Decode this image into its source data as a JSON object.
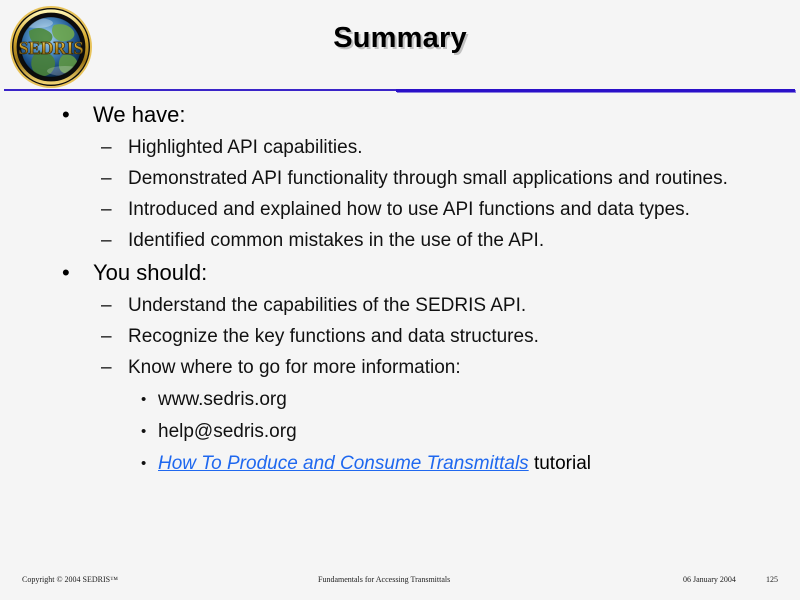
{
  "slide": {
    "title": "Summary",
    "logo_alt": "sedris-logo",
    "logo_wordmark": "SEDRIS",
    "accent_color": "#2a10c8",
    "link_color": "#1f68ef",
    "background_color": "#f5f5f5"
  },
  "content": [
    {
      "level": 1,
      "marker": "•",
      "text": "We have:"
    },
    {
      "level": 2,
      "marker": "–",
      "text": "Highlighted API capabilities."
    },
    {
      "level": 2,
      "marker": "–",
      "text": "Demonstrated API functionality through small applications and routines."
    },
    {
      "level": 2,
      "marker": "–",
      "text": "Introduced and explained how to use API functions and data types."
    },
    {
      "level": 2,
      "marker": "–",
      "text": "Identified common mistakes in the use of the API."
    },
    {
      "level": 1,
      "marker": "•",
      "text": "You should:"
    },
    {
      "level": 2,
      "marker": "–",
      "text": "Understand the capabilities of the SEDRIS API."
    },
    {
      "level": 2,
      "marker": "–",
      "text": "Recognize the key functions and data structures."
    },
    {
      "level": 2,
      "marker": "–",
      "text": "Know where to go for more information:"
    },
    {
      "level": 3,
      "marker": "•",
      "text": "www.sedris.org"
    },
    {
      "level": 3,
      "marker": "•",
      "text": "help@sedris.org"
    },
    {
      "level": 3,
      "marker": "•",
      "link_text": "How To Produce and Consume Transmittals",
      "trailing_text": " tutorial"
    }
  ],
  "footer": {
    "copyright": "Copyright © 2004 SEDRIS™",
    "course": "Fundamentals for Accessing Transmittals",
    "date": "06 January 2004",
    "page": "125"
  }
}
